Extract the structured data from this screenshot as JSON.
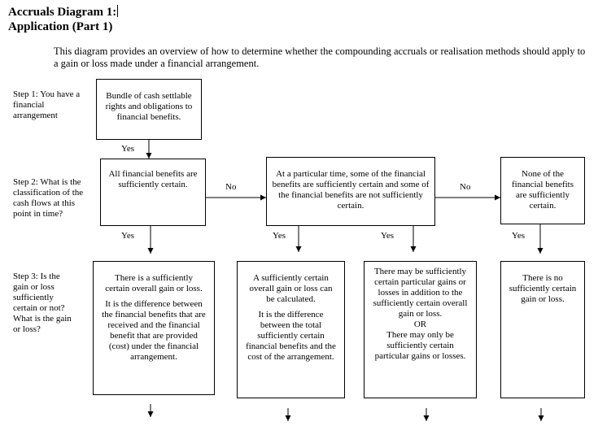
{
  "title": {
    "line1": "Accruals Diagram 1:",
    "line2": "Application (Part 1)"
  },
  "intro": "This diagram provides an overview of how to determine whether the compounding accruals or realisation methods should apply to a gain or loss made under a financial arrangement.",
  "steps": {
    "step1": "Step 1:  You have a financial arrangement",
    "step2": "Step 2:  What is the classification of the cash flows at this point in time?",
    "step3": "Step 3:  Is the gain or loss sufficiently certain or not? What is the gain or loss?"
  },
  "boxes": {
    "bundle": "Bundle of cash settlable rights and obligations to financial benefits.",
    "all_certain": "All financial benefits are sufficiently certain.",
    "some_certain": "At a particular time, some of the financial benefits are sufficiently certain and some of the financial benefits are not sufficiently certain.",
    "none_certain": "None of the financial benefits are sufficiently certain.",
    "outcome1": {
      "p1": "There is a sufficiently certain overall gain or loss.",
      "p2": "It is the difference between the financial benefits that are received and the financial benefit that are provided (cost) under the financial arrangement."
    },
    "outcome2": {
      "p1": "A sufficiently certain overall gain or loss can be calculated.",
      "p2": "It is the difference between the total sufficiently certain financial benefits and the cost of the arrangement."
    },
    "outcome3": {
      "p1": "There may be sufficiently certain particular gains or losses in addition to the sufficiently certain overall gain or loss.",
      "or": "OR",
      "p2": "There may only be sufficiently certain particular gains or losses."
    },
    "outcome4": "There is no sufficiently certain gain or loss."
  },
  "labels": {
    "yes": "Yes",
    "no": "No"
  }
}
